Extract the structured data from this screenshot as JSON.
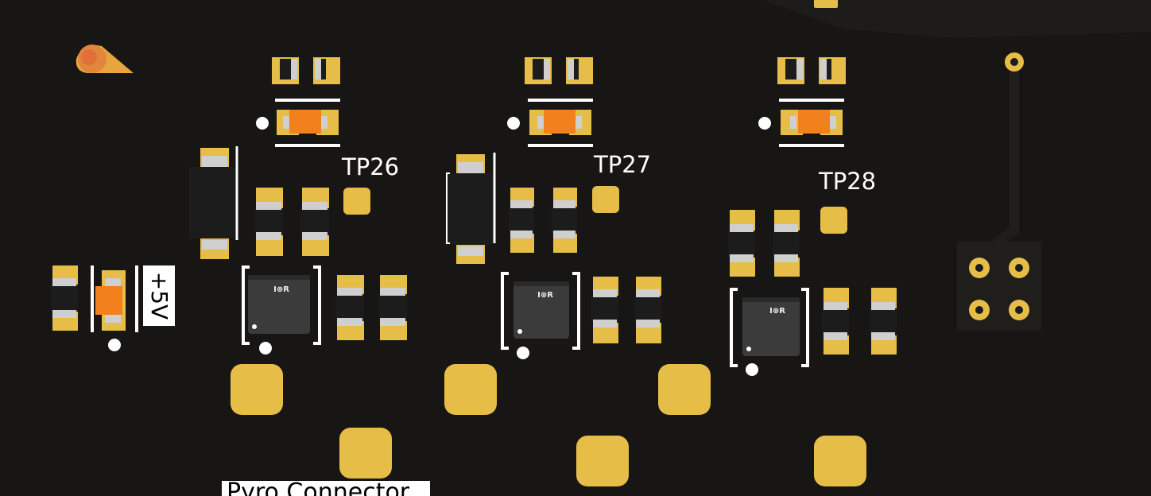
{
  "view": {
    "background": "#171614",
    "colors": {
      "copper_pad": "#e6bd47",
      "silkscreen": "#ffffff",
      "led_orange": "#f2801d",
      "ic_body": "#3b3b3b",
      "component_body": "#1c1c1c"
    }
  },
  "test_points": [
    {
      "label": "TP26"
    },
    {
      "label": "TP27"
    },
    {
      "label": "TP28"
    }
  ],
  "silkscreen_labels": {
    "supply": "+5V",
    "connector": "Pyro Connector"
  },
  "ic_marking": "I⊗R"
}
